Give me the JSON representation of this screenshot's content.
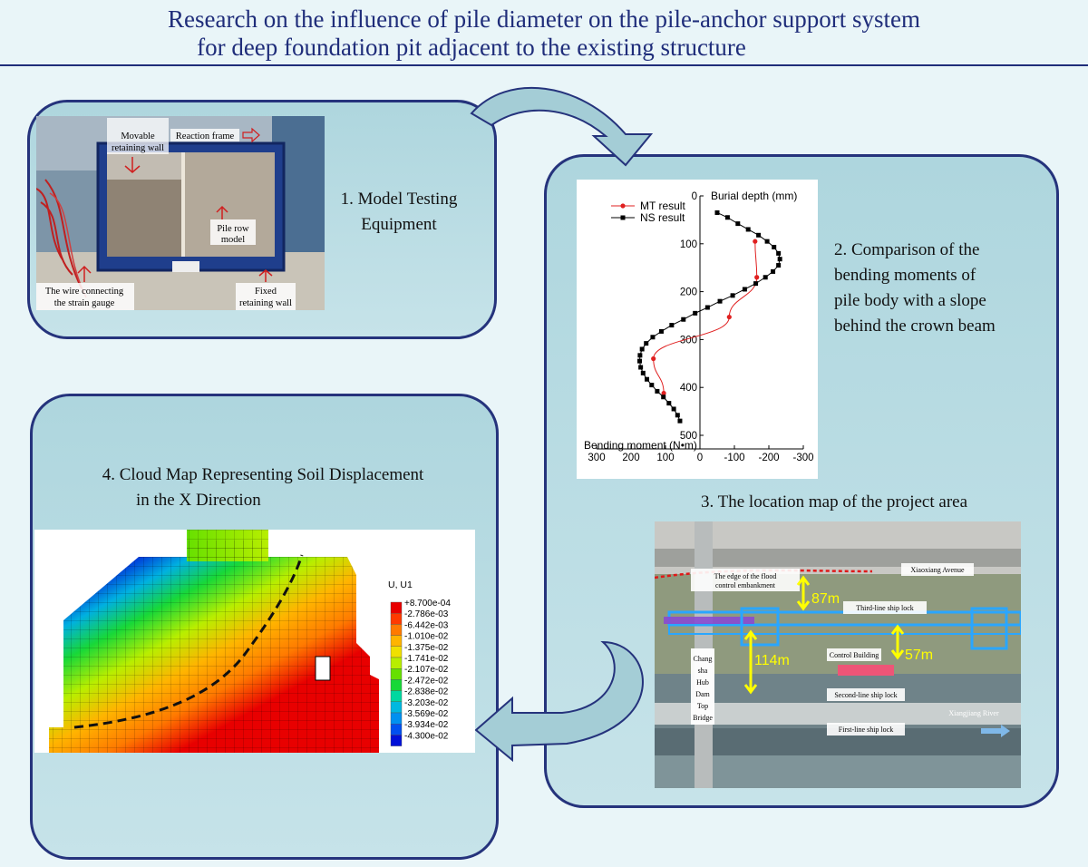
{
  "title": {
    "line1": "Research on the influence of pile diameter on the pile-anchor support system",
    "line2": "for deep foundation pit adjacent to the existing structure"
  },
  "panel1": {
    "caption_line1": "1.  Model Testing",
    "caption_line2": "Equipment",
    "labels": {
      "movable_1": "Movable",
      "movable_2": "retaining wall",
      "reaction_frame": "Reaction frame",
      "pile_row_1": "Pile row",
      "pile_row_2": "model",
      "wire_1": "The wire connecting",
      "wire_2": "the strain gauge",
      "fixed_1": "Fixed",
      "fixed_2": "retaining wall"
    }
  },
  "panel2": {
    "caption_lines": [
      "2. Comparison of the",
      "bending moments of",
      "pile body with a slope",
      "behind the crown beam"
    ]
  },
  "panel3": {
    "caption": "3.   The location map of the project area",
    "labels": {
      "avenue": "Xiaoxiang Avenue",
      "flood_1": "The edge of the flood",
      "flood_2": "control embankment",
      "d87": "87m",
      "third_lock": "Third-line ship lock",
      "control": "Control Building",
      "d57": "57m",
      "d114": "114m",
      "bridge": [
        "Chang",
        "sha",
        "Hub",
        "Dam",
        "Top",
        "Bridge"
      ],
      "second_lock": "Second-line ship lock",
      "river": "Xiangjiang River",
      "first_lock": "First-line ship lock"
    }
  },
  "panel4": {
    "caption_line1": "4.  Cloud Map Representing Soil Displacement",
    "caption_line2": "in the X Direction",
    "legend": {
      "title": "U, U1",
      "values": [
        "+8.700e-04",
        "-2.786e-03",
        "-6.442e-03",
        "-1.010e-02",
        "-1.375e-02",
        "-1.741e-02",
        "-2.107e-02",
        "-2.472e-02",
        "-2.838e-02",
        "-3.203e-02",
        "-3.569e-02",
        "-3.934e-02",
        "-4.300e-02"
      ],
      "colors": [
        "#e80000",
        "#ff3a00",
        "#ff7a00",
        "#ffb400",
        "#f0e000",
        "#b8ee00",
        "#66e000",
        "#18d838",
        "#00d8a0",
        "#00b8e0",
        "#0090f0",
        "#0050f0",
        "#0010d8"
      ]
    }
  },
  "chart_data": {
    "type": "line",
    "ylabel": "Burial depth (mm)",
    "xlabel": "Bending moment (N•m)",
    "xlim": [
      300,
      -300
    ],
    "ylim": [
      0,
      500
    ],
    "x_ticks": [
      "300",
      "200",
      "100",
      "0",
      "-100",
      "-200",
      "-300"
    ],
    "y_ticks": [
      "0",
      "100",
      "200",
      "300",
      "400",
      "500"
    ],
    "series": [
      {
        "name": "MT result",
        "color": "#e02020",
        "marker": "circle",
        "points": [
          [
            -160,
            95
          ],
          [
            -165,
            170
          ],
          [
            -85,
            253
          ],
          [
            135,
            340
          ],
          [
            105,
            412
          ]
        ]
      },
      {
        "name": "NS result",
        "color": "#000000",
        "marker": "square",
        "points": [
          [
            -50,
            35
          ],
          [
            -80,
            45
          ],
          [
            -110,
            58
          ],
          [
            -140,
            70
          ],
          [
            -170,
            82
          ],
          [
            -195,
            95
          ],
          [
            -215,
            107
          ],
          [
            -228,
            120
          ],
          [
            -232,
            132
          ],
          [
            -228,
            145
          ],
          [
            -212,
            158
          ],
          [
            -190,
            170
          ],
          [
            -162,
            183
          ],
          [
            -130,
            195
          ],
          [
            -95,
            208
          ],
          [
            -58,
            220
          ],
          [
            -22,
            233
          ],
          [
            14,
            245
          ],
          [
            48,
            258
          ],
          [
            82,
            270
          ],
          [
            112,
            283
          ],
          [
            137,
            295
          ],
          [
            156,
            308
          ],
          [
            168,
            320
          ],
          [
            174,
            333
          ],
          [
            175,
            345
          ],
          [
            172,
            358
          ],
          [
            165,
            370
          ],
          [
            154,
            383
          ],
          [
            140,
            395
          ],
          [
            124,
            408
          ],
          [
            106,
            420
          ],
          [
            90,
            433
          ],
          [
            76,
            445
          ],
          [
            65,
            458
          ],
          [
            58,
            470
          ]
        ]
      }
    ]
  }
}
